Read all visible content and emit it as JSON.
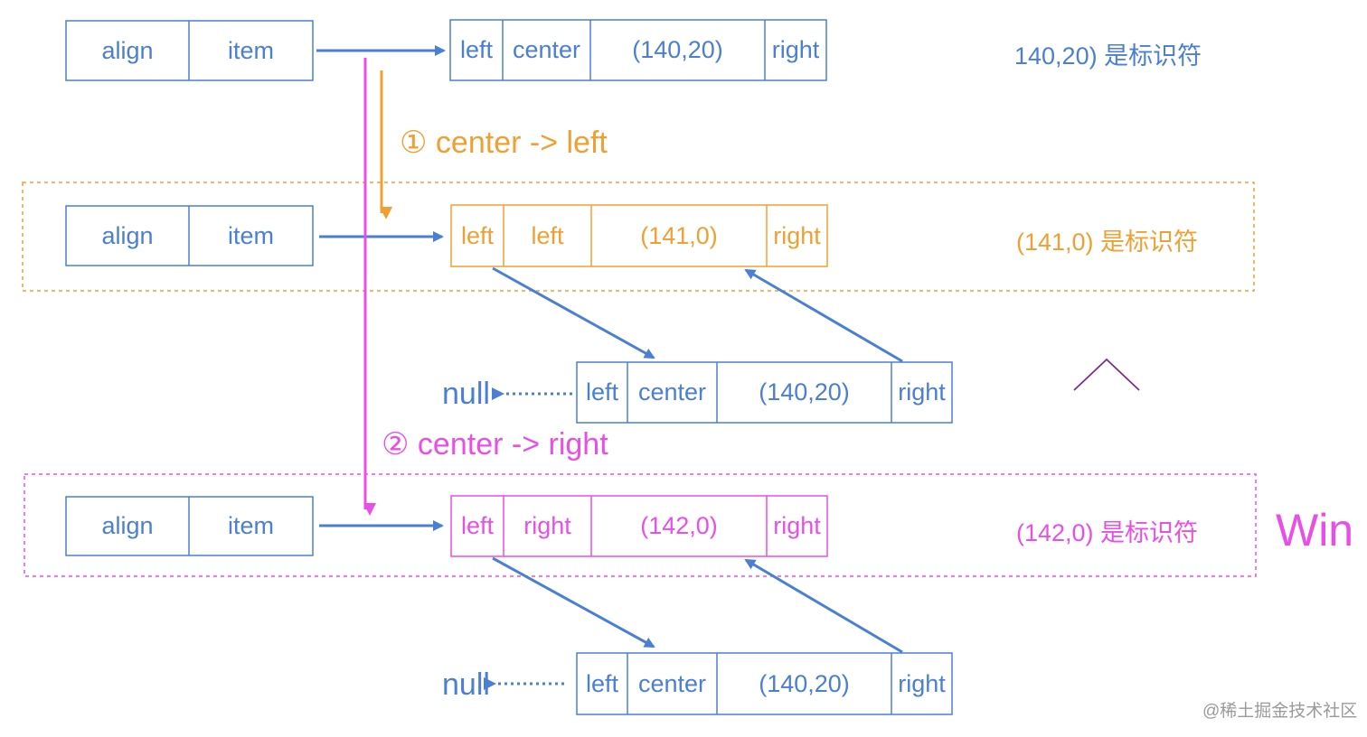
{
  "colors": {
    "blue": "#4a7fd4",
    "orange": "#f0a032",
    "pink": "#e94fe6",
    "purple": "#7b2f8a",
    "gray": "#9a9a9a"
  },
  "steps": {
    "step1": "① center -> left",
    "step2": "② center -> right"
  },
  "win_label": "Win",
  "watermark": "@稀土掘金技术社区",
  "rows": [
    {
      "key_cells": [
        "align",
        "item"
      ],
      "node_cells": [
        "left",
        "center",
        "(140,20)",
        "right"
      ],
      "identifier_note": "140,20) 是标识符"
    },
    {
      "key_cells": [
        "align",
        "item"
      ],
      "node_cells": [
        "left",
        "left",
        "(141,0)",
        "right"
      ],
      "identifier_note": "(141,0) 是标识符"
    },
    {
      "key_cells": [
        "align",
        "item"
      ],
      "node_cells": [
        "left",
        "right",
        "(142,0)",
        "right"
      ],
      "identifier_note": "(142,0) 是标识符"
    }
  ],
  "sub_nodes": [
    {
      "null_label": "null",
      "cells": [
        "left",
        "center",
        "(140,20)",
        "right"
      ]
    },
    {
      "null_label": "null",
      "cells": [
        "left",
        "center",
        "(140,20)",
        "right"
      ]
    }
  ]
}
